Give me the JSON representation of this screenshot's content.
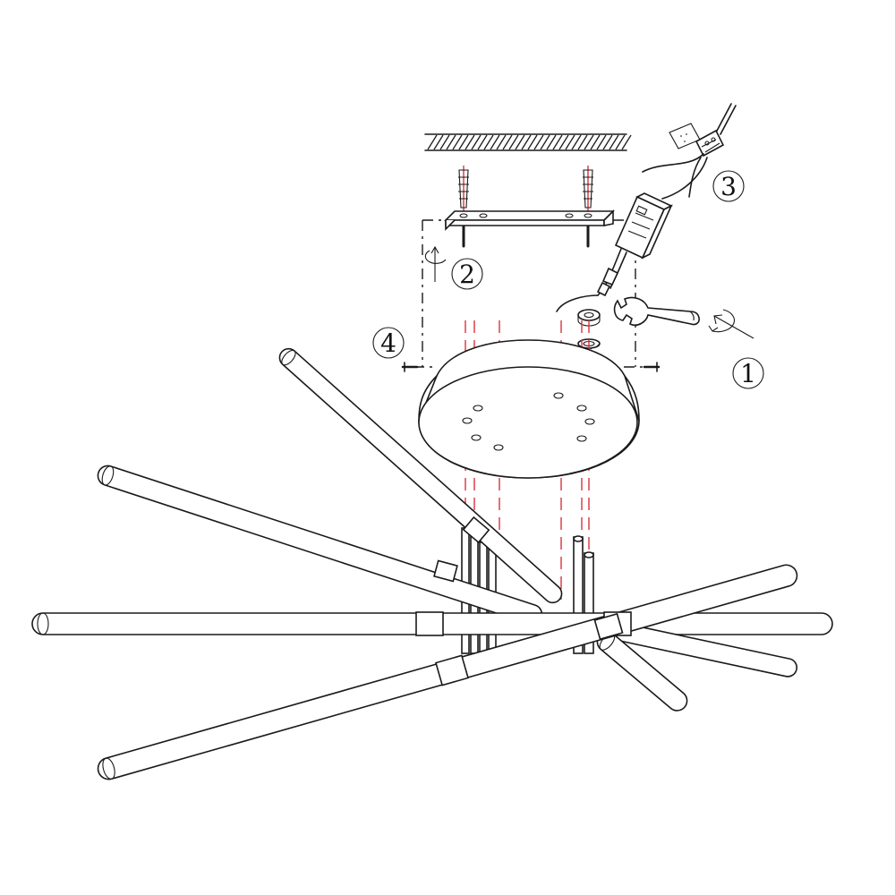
{
  "diagram": {
    "step_labels": [
      {
        "id": "step-1",
        "text": "1"
      },
      {
        "id": "step-2",
        "text": "2"
      },
      {
        "id": "step-3",
        "text": "3"
      },
      {
        "id": "step-4",
        "text": "4"
      }
    ],
    "parts": {
      "ceiling": "hatched-ceiling",
      "bracket": "mounting-bracket",
      "anchors": "wall-plug-screws",
      "driver": "led-driver-box",
      "junction": "terminal-block",
      "tool": "wrench-icon",
      "canopy": "ceiling-canopy",
      "fixture": "led-tube-arms"
    },
    "colors": {
      "line": "#1a1a1a",
      "guide": "#d9343c",
      "background": "#ffffff"
    }
  }
}
